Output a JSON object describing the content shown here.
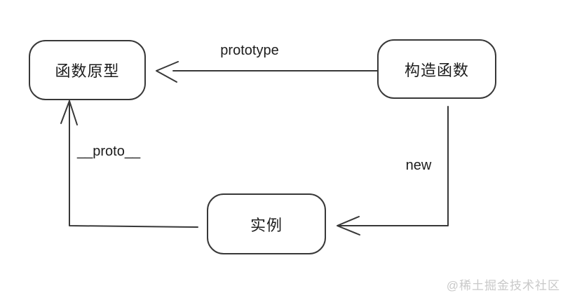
{
  "diagram": {
    "nodes": {
      "function_prototype": {
        "label": "函数原型"
      },
      "constructor": {
        "label": "构造函数"
      },
      "instance": {
        "label": "实例"
      }
    },
    "edges": {
      "prototype": {
        "label": "prototype",
        "from": "构造函数",
        "to": "函数原型"
      },
      "new": {
        "label": "new",
        "from": "构造函数",
        "to": "实例"
      },
      "proto": {
        "label": "__proto__",
        "from": "实例",
        "to": "函数原型"
      }
    },
    "watermark": "@稀土掘金技术社区",
    "colors": {
      "line": "#383838",
      "text": "#1c1c1c",
      "watermark": "#c9c9c9",
      "background": "#ffffff"
    }
  }
}
